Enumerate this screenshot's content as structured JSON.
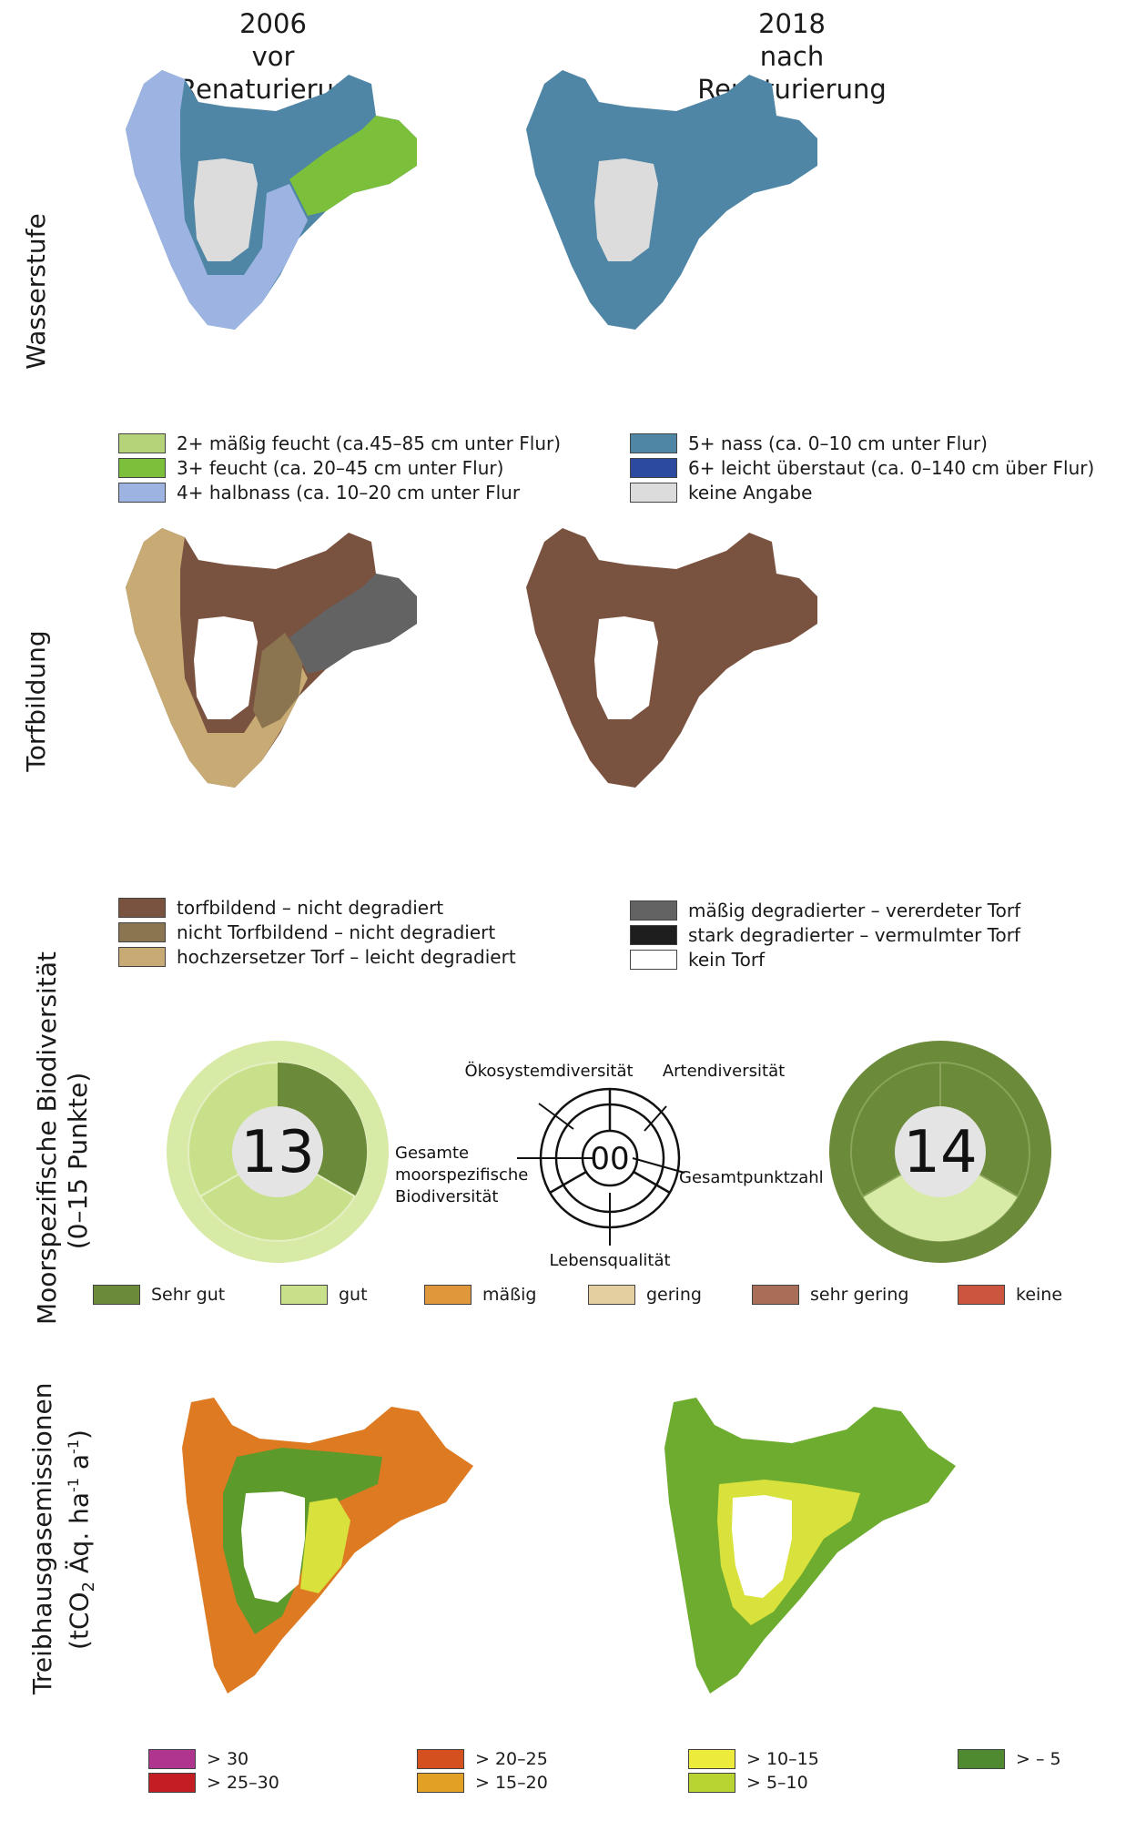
{
  "columns": {
    "left": {
      "year": "2006",
      "subtitle": "vor Renaturierung"
    },
    "right": {
      "year": "2018",
      "subtitle": "nach Renaturierung"
    }
  },
  "rows": {
    "wasserstufe": "Wasserstufe",
    "torfbildung": "Torfbildung",
    "biodiversitaet_line1": "Moorspezifische Biodiversität",
    "biodiversitaet_line2": "(0–15 Punkte)",
    "treibhaus_line1": "Treibhausgasemissionen",
    "treibhaus_line2": "(tCO",
    "treibhaus_sub": "2",
    "treibhaus_line2b": " Äq. ha",
    "treibhaus_sup1": "-1",
    "treibhaus_line2c": " a",
    "treibhaus_sup2": "-1",
    "treibhaus_line2d": ")"
  },
  "legend_water": [
    {
      "label": "2+ mäßig feucht (ca.45–85 cm unter Flur)",
      "color": "#b5d47a"
    },
    {
      "label": "3+ feucht (ca. 20–45 cm unter Flur)",
      "color": "#7cbf3a"
    },
    {
      "label": "4+ halbnass (ca. 10–20 cm unter Flur",
      "color": "#9db4e2"
    },
    {
      "label": "5+ nass (ca. 0–10 cm unter Flur)",
      "color": "#4f86a6"
    },
    {
      "label": "6+ leicht überstaut (ca. 0–140 cm über Flur)",
      "color": "#2b4aa0"
    },
    {
      "label": "keine Angabe",
      "color": "#dcdcdc"
    }
  ],
  "legend_peat": [
    {
      "label": "torfbildend – nicht degradiert",
      "color": "#7a5240"
    },
    {
      "label": "nicht Torfbildend – nicht degradiert",
      "color": "#8a7550"
    },
    {
      "label": "hochzersetzer Torf – leicht degradiert",
      "color": "#c8ab74"
    },
    {
      "label": "mäßig degradierter – vererdeter Torf",
      "color": "#636363"
    },
    {
      "label": "stark degradierter – vermulmter Torf",
      "color": "#1e1e1e"
    },
    {
      "label": "kein Torf",
      "color": "#ffffff"
    }
  ],
  "biodiversity": {
    "left_score": "13",
    "right_score": "14",
    "key_center": "00",
    "key_labels": {
      "oekosystem": "Ökosystemdiversität",
      "arten": "Artendiversität",
      "gesamte_1": "Gesamte",
      "gesamte_2": "moorspezifische",
      "gesamte_3": "Biodiversität",
      "gesamtpunkt": "Gesamtpunktzahl",
      "lebensqualitaet": "Lebensqualität"
    },
    "legend": [
      {
        "label": "Sehr gut",
        "color": "#6b8a3a"
      },
      {
        "label": "gut",
        "color": "#c9e08a"
      },
      {
        "label": "mäßig",
        "color": "#e0963a"
      },
      {
        "label": "gering",
        "color": "#e3cfa0"
      },
      {
        "label": "sehr gering",
        "color": "#a86e58"
      },
      {
        "label": "keine",
        "color": "#cc5540"
      }
    ]
  },
  "legend_ghg": [
    {
      "label": "> 30",
      "color": "#b0358e"
    },
    {
      "label": "> 25–30",
      "color": "#c41e24"
    },
    {
      "label": "> 20–25",
      "color": "#d4501e"
    },
    {
      "label": "> 15–20",
      "color": "#e2a025"
    },
    {
      "label": "> 10–15",
      "color": "#ecea3a"
    },
    {
      "label": "> 5–10",
      "color": "#b8d432"
    },
    {
      "label": "> – 5",
      "color": "#4f8a30"
    }
  ],
  "colors": {
    "water_blue": "#4f86a6",
    "water_light": "#9db4e2",
    "water_green": "#7cbf3a",
    "none_grey": "#dcdcdc",
    "peat_brown": "#7a5240",
    "peat_tan": "#c8ab74",
    "peat_mid": "#8a7550",
    "peat_grey": "#636363",
    "ghg_orange": "#dd7a22",
    "ghg_green": "#5d9a2c",
    "ghg_lightgreen": "#6eac30",
    "ghg_yellow": "#d9e23c"
  }
}
